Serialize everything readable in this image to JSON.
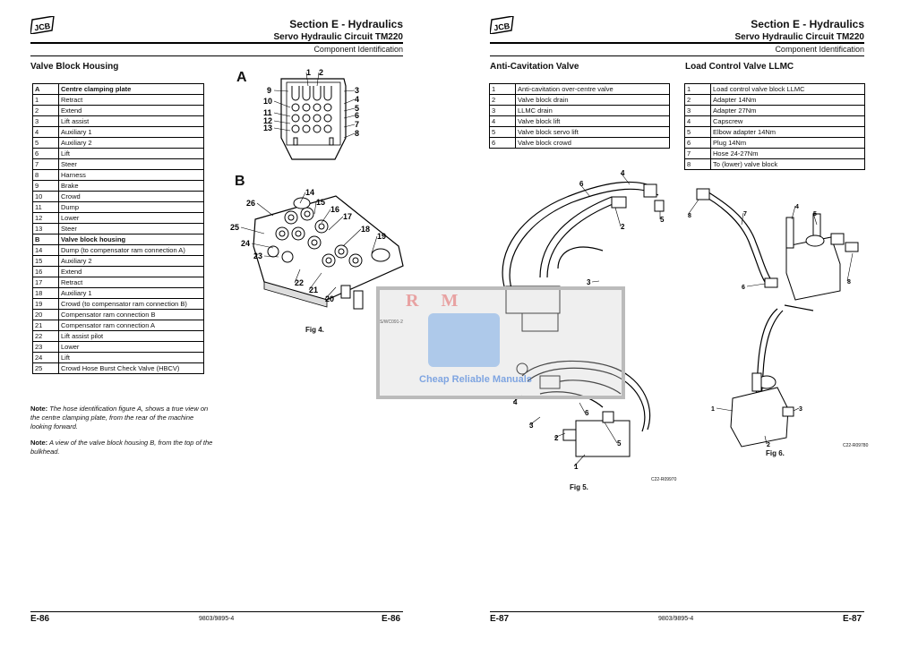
{
  "left": {
    "section_title": "Section E - Hydraulics",
    "subtitle": "Servo Hydraulic Circuit TM220",
    "component_id": "Component Identification",
    "heading": "Valve Block Housing",
    "table": [
      {
        "n": "A",
        "t": "Centre clamping plate",
        "bold": true
      },
      {
        "n": "1",
        "t": "Retract"
      },
      {
        "n": "2",
        "t": "Extend"
      },
      {
        "n": "3",
        "t": "Lift assist"
      },
      {
        "n": "4",
        "t": "Auxiliary 1"
      },
      {
        "n": "5",
        "t": "Auxiliary 2"
      },
      {
        "n": "6",
        "t": "Lift"
      },
      {
        "n": "7",
        "t": "Steer"
      },
      {
        "n": "8",
        "t": "Harness"
      },
      {
        "n": "9",
        "t": "Brake"
      },
      {
        "n": "10",
        "t": "Crowd"
      },
      {
        "n": "11",
        "t": "Dump"
      },
      {
        "n": "12",
        "t": "Lower"
      },
      {
        "n": "13",
        "t": "Steer"
      },
      {
        "n": "B",
        "t": "Valve block housing",
        "bold": true
      },
      {
        "n": "14",
        "t": "Dump (to compensator ram connection A)"
      },
      {
        "n": "15",
        "t": "Auxiliary 2"
      },
      {
        "n": "16",
        "t": "Extend"
      },
      {
        "n": "17",
        "t": "Retract"
      },
      {
        "n": "18",
        "t": "Auxiliary 1"
      },
      {
        "n": "19",
        "t": "Crowd (to compensator ram connection B)"
      },
      {
        "n": "20",
        "t": "Compensator ram connection B"
      },
      {
        "n": "21",
        "t": "Compensator ram connection A"
      },
      {
        "n": "22",
        "t": "Lift assist pilot"
      },
      {
        "n": "23",
        "t": "Lower"
      },
      {
        "n": "24",
        "t": "Lift"
      },
      {
        "n": "25",
        "t": "Crowd Hose Burst Check Valve (HBCV)"
      }
    ],
    "note1_label": "Note:",
    "note1_text": "The hose identification figure A, shows a true view on the centre clamping plate, from the rear of the machine looking forward.",
    "note2_label": "Note:",
    "note2_text": "A view of the valve block housing B, from the top of the bulkhead.",
    "fig_a_letter": "A",
    "fig_b_letter": "B",
    "fig_caption": "Fig 4.",
    "fig_code": "TS/WC091-2",
    "fig_a_labels": [
      "1",
      "2",
      "9",
      "3",
      "10",
      "4",
      "5",
      "11",
      "6",
      "12",
      "7",
      "13",
      "8"
    ],
    "fig_b_labels": [
      "14",
      "26",
      "15",
      "16",
      "25",
      "17",
      "18",
      "24",
      "19",
      "23",
      "22",
      "21",
      "20"
    ],
    "page_no_left": "E-86",
    "page_no_right": "E-86",
    "doc_no": "9803/9895-4"
  },
  "right": {
    "section_title": "Section E - Hydraulics",
    "subtitle": "Servo Hydraulic Circuit TM220",
    "component_id": "Component Identification",
    "acv_heading": "Anti-Cavitation Valve",
    "acv_table": [
      {
        "n": "1",
        "t": "Anti-cavitation over-centre valve"
      },
      {
        "n": "2",
        "t": "Valve block drain"
      },
      {
        "n": "3",
        "t": "LLMC drain"
      },
      {
        "n": "4",
        "t": "Valve block lift"
      },
      {
        "n": "5",
        "t": "Valve block servo lift"
      },
      {
        "n": "6",
        "t": "Valve block crowd"
      }
    ],
    "llmc_heading": "Load Control Valve LLMC",
    "llmc_table": [
      {
        "n": "1",
        "t": "Load control valve block LLMC"
      },
      {
        "n": "2",
        "t": "Adapter 14Nm"
      },
      {
        "n": "3",
        "t": "Adapter 27Nm"
      },
      {
        "n": "4",
        "t": "Capscrew"
      },
      {
        "n": "5",
        "t": "Elbow adapter 14Nm"
      },
      {
        "n": "6",
        "t": "Plug 14Nm"
      },
      {
        "n": "7",
        "t": "Hose 24-27Nm"
      },
      {
        "n": "8",
        "t": "To (lower) valve block"
      }
    ],
    "fig5_caption": "Fig 5.",
    "fig5_code": "C22-R09970",
    "fig5_labels": [
      "4",
      "6",
      "5",
      "2",
      "3",
      "4",
      "3",
      "6",
      "5",
      "2",
      "1"
    ],
    "fig6_caption": "Fig 6.",
    "fig6_code": "C22-R09780",
    "fig6_labels": [
      "8",
      "7",
      "4",
      "5",
      "6",
      "8",
      "1",
      "2",
      "3"
    ],
    "watermark_top": "R M",
    "watermark_bottom": "Cheap Reliable Manuals",
    "page_no_left": "E-87",
    "page_no_right": "E-87",
    "doc_no": "9803/9895-4"
  }
}
